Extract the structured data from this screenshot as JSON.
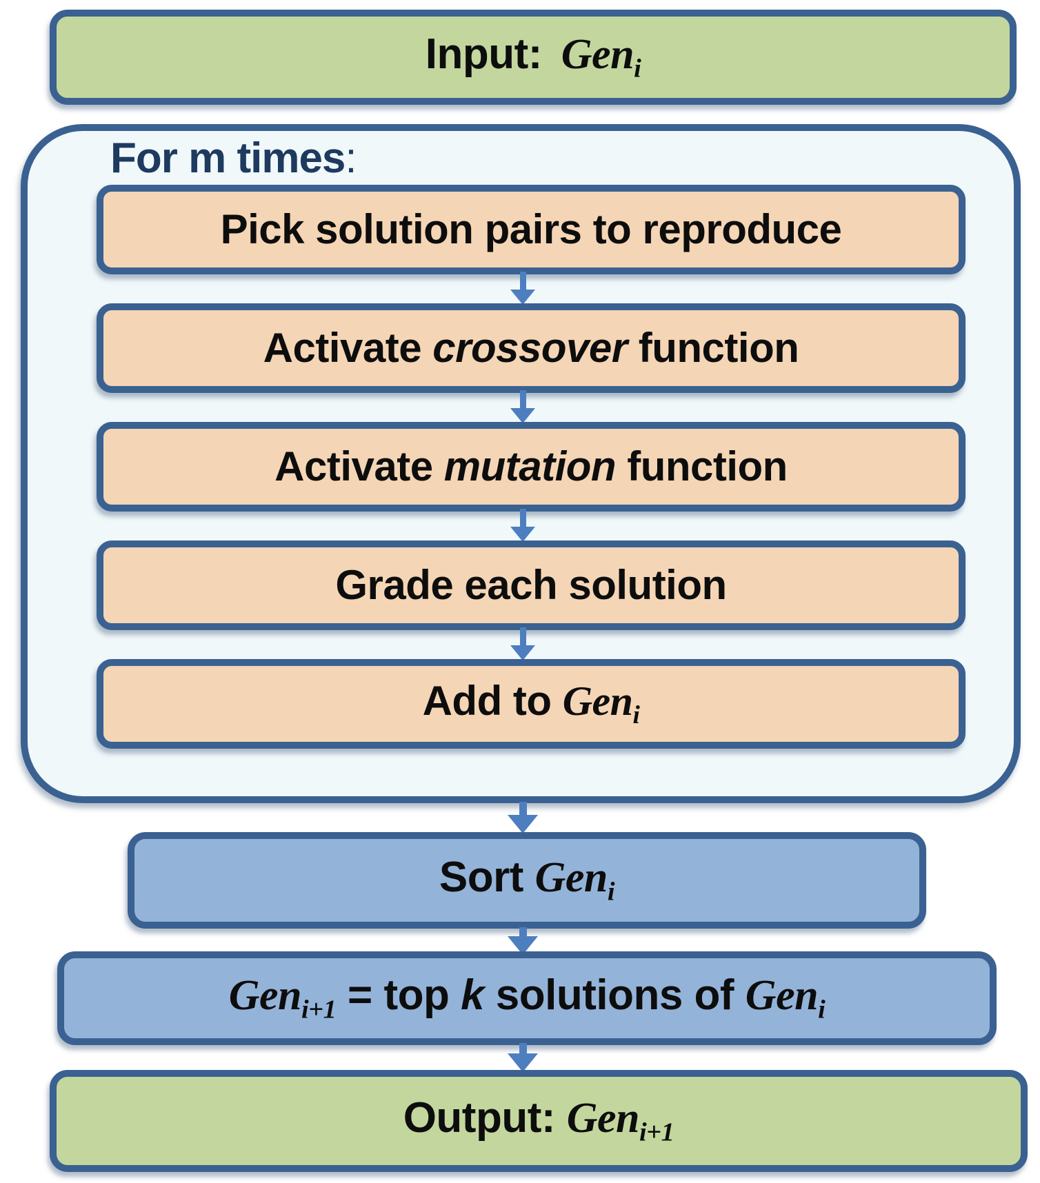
{
  "colors": {
    "box_border": "#3a6191",
    "input_output_fill": "#c3d69e",
    "step_fill": "#f4d5b5",
    "result_fill": "#94b3d9",
    "loop_container_fill": "#f0f8fa",
    "arrow": "#4d7ebf",
    "loop_label_text": "#1e3a5f",
    "box_text": "#0d0d0d"
  },
  "flow": {
    "input": {
      "label": "Input:",
      "var": "Gen",
      "sub": "i"
    },
    "loop": {
      "label": "For m times",
      "colon": ":"
    },
    "steps": [
      {
        "text": "Pick solution pairs to reproduce"
      },
      {
        "pre": "Activate ",
        "em": "crossover",
        "post": " function"
      },
      {
        "pre": "Activate ",
        "em": "mutation",
        "post": " function"
      },
      {
        "text": "Grade each solution"
      },
      {
        "pre": "Add to ",
        "var": "Gen",
        "sub": "i"
      }
    ],
    "sort": {
      "pre": "Sort ",
      "var": "Gen",
      "sub": "i"
    },
    "select": {
      "var1": "Gen",
      "sub1": "i+1",
      "eq": " = top ",
      "k": "k",
      "mid": " solutions of ",
      "var2": "Gen",
      "sub2": "i"
    },
    "output": {
      "label": "Output: ",
      "var": "Gen",
      "sub": "i+1"
    }
  }
}
